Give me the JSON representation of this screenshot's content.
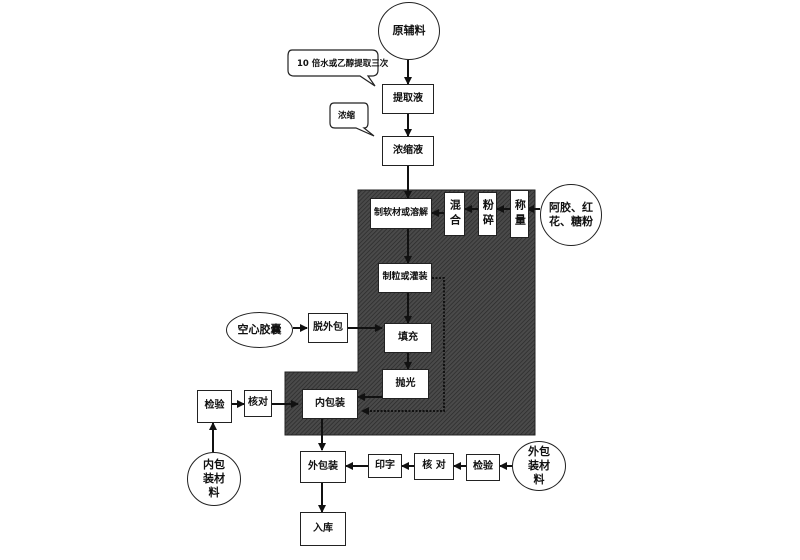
{
  "diagram": {
    "nodes": {
      "raw_materials": "原辅料",
      "extract": "提取液",
      "concentrate": "浓缩液",
      "soft_material": "制软材或溶解",
      "mix": "混合",
      "crush": "粉碎",
      "weigh": "称量",
      "additives": "阿胶、红花、糖粉",
      "granulate": "制粒或灌装",
      "capsules": "空心胶囊",
      "unpack": "脱外包",
      "fill": "填充",
      "polish": "抛光",
      "inner_inspect": "检验",
      "inner_check": "核对",
      "inner_pack": "内包装",
      "inner_materials": "内包装材料",
      "outer_pack": "外包装",
      "print": "印字",
      "outer_check": "核 对",
      "outer_inspect": "检验",
      "outer_materials": "外包装材料",
      "warehouse": "入库"
    },
    "notes": {
      "extraction_note": "10 倍水或乙醇提取三次",
      "concentration_note": "浓缩"
    },
    "colors": {
      "clean_zone_fill": "#3a3a3a",
      "box_fill": "#ffffff",
      "line": "#222222"
    }
  }
}
